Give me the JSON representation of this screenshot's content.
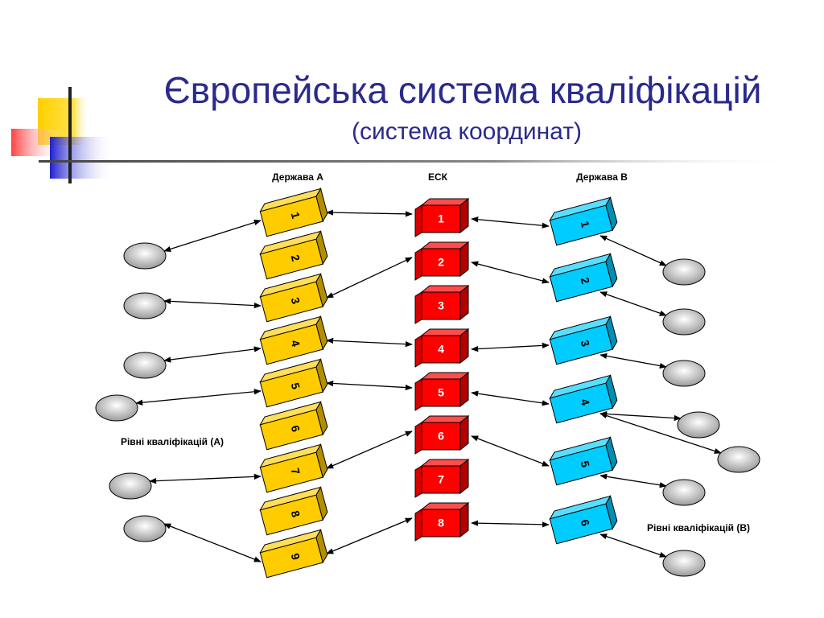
{
  "slide": {
    "title": "Європейська система кваліфікацій",
    "subtitle": "(система координат)"
  },
  "diagram": {
    "header_a": "Держава А",
    "header_esk": "ЕСК",
    "header_b": "Держава В",
    "levels_a_label": "Рівні кваліфікацій (А)",
    "levels_b_label": "Рівні кваліфікацій (В)",
    "state_a_blocks": [
      "1",
      "2",
      "3",
      "4",
      "5",
      "6",
      "7",
      "8",
      "9"
    ],
    "esk_blocks": [
      "1",
      "2",
      "3",
      "4",
      "5",
      "6",
      "7",
      "8"
    ],
    "state_b_blocks": [
      "1",
      "2",
      "3",
      "4",
      "5",
      "6"
    ],
    "colors": {
      "state_a": "#ffcc00",
      "esk": "#ff0000",
      "state_b": "#00ccff",
      "title": "#2a2a8c",
      "ellipse": "#c8c8c8"
    },
    "links_a_to_esk": [
      {
        "a": "1",
        "esk": "1"
      },
      {
        "a": "3",
        "esk": "2"
      },
      {
        "a": "4",
        "esk": "4"
      },
      {
        "a": "5",
        "esk": "5"
      },
      {
        "a": "7",
        "esk": "6"
      },
      {
        "a": "9",
        "esk": "8"
      }
    ],
    "links_esk_to_b": [
      {
        "esk": "1",
        "b": "1"
      },
      {
        "esk": "2",
        "b": "2"
      },
      {
        "esk": "4",
        "b": "3"
      },
      {
        "esk": "5",
        "b": "4"
      },
      {
        "esk": "6",
        "b": "5"
      },
      {
        "esk": "8",
        "b": "6"
      }
    ]
  }
}
